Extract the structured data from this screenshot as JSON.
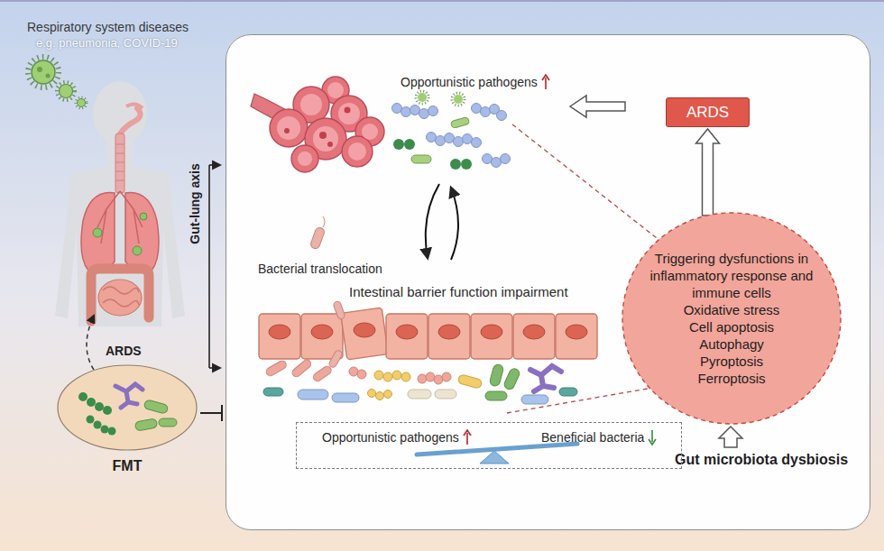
{
  "diagram": {
    "nodes": [
      {
        "text": [
          "Opportunistic pathogens",
          "Bacterial translocation",
          "Intestinal barrier function impairment",
          "Gut microbiota dysbiosis"
        ]
      },
      {
        "text": [
          "ARDS"
        ],
        "in": 0
      },
      {
        "text": [
          "Triggering dysfunctions in inflammatory response and immune cells",
          "Oxidative stress",
          "Cell apoptosis",
          "Autophagy",
          "Pyroptosis",
          "Ferroptosis"
        ],
        "in": 0
      },
      {
        "text": [
          "Opportunistic pathogens",
          "Beneficial bacteria"
        ],
        "in": 0
      },
      {
        "text": [
          "FMT"
        ]
      }
    ],
    "edges": [
      {
        "from": 2,
        "to": 1,
        "arrow": "to"
      }
    ],
    "labels": [
      "Respiratory system diseases",
      "e.g. pneumonia, COVID-19",
      "ARDS",
      "Gut-lung axis"
    ]
  }
}
